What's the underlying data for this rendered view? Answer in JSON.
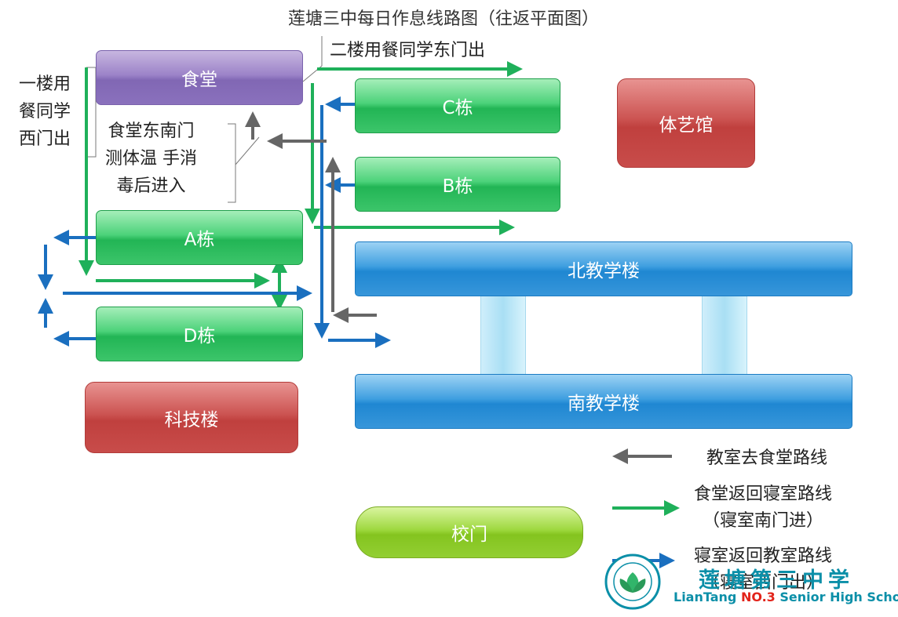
{
  "title": "莲塘三中每日作息线路图（往返平面图）",
  "buildings": {
    "canteen": "食堂",
    "c": "C栋",
    "b": "B栋",
    "a": "A栋",
    "d": "D栋",
    "gym": "体艺馆",
    "tech": "科技楼",
    "north": "北教学楼",
    "south": "南教学楼",
    "gate": "校门"
  },
  "notes": {
    "floor1": [
      "一楼用",
      "餐同学",
      "西门出"
    ],
    "floor2": "二楼用餐同学东门出",
    "temp": [
      "食堂东南门",
      "测体温 手消",
      "毒后进入"
    ]
  },
  "legend": {
    "gray": "教室去食堂路线",
    "green": [
      "食堂返回寝室路线",
      "（寝室南门进）"
    ],
    "blue": [
      "寝室返回教室路线",
      "（寝室西门出）"
    ]
  },
  "logo": {
    "cn": "莲塘第三中学",
    "en_pre": "LianTang ",
    "en_hl": "NO.3",
    "en_post": " Senior High School"
  },
  "colors": {
    "gray": "#666666",
    "green": "#1fb05a",
    "blue": "#1a6fbf"
  }
}
